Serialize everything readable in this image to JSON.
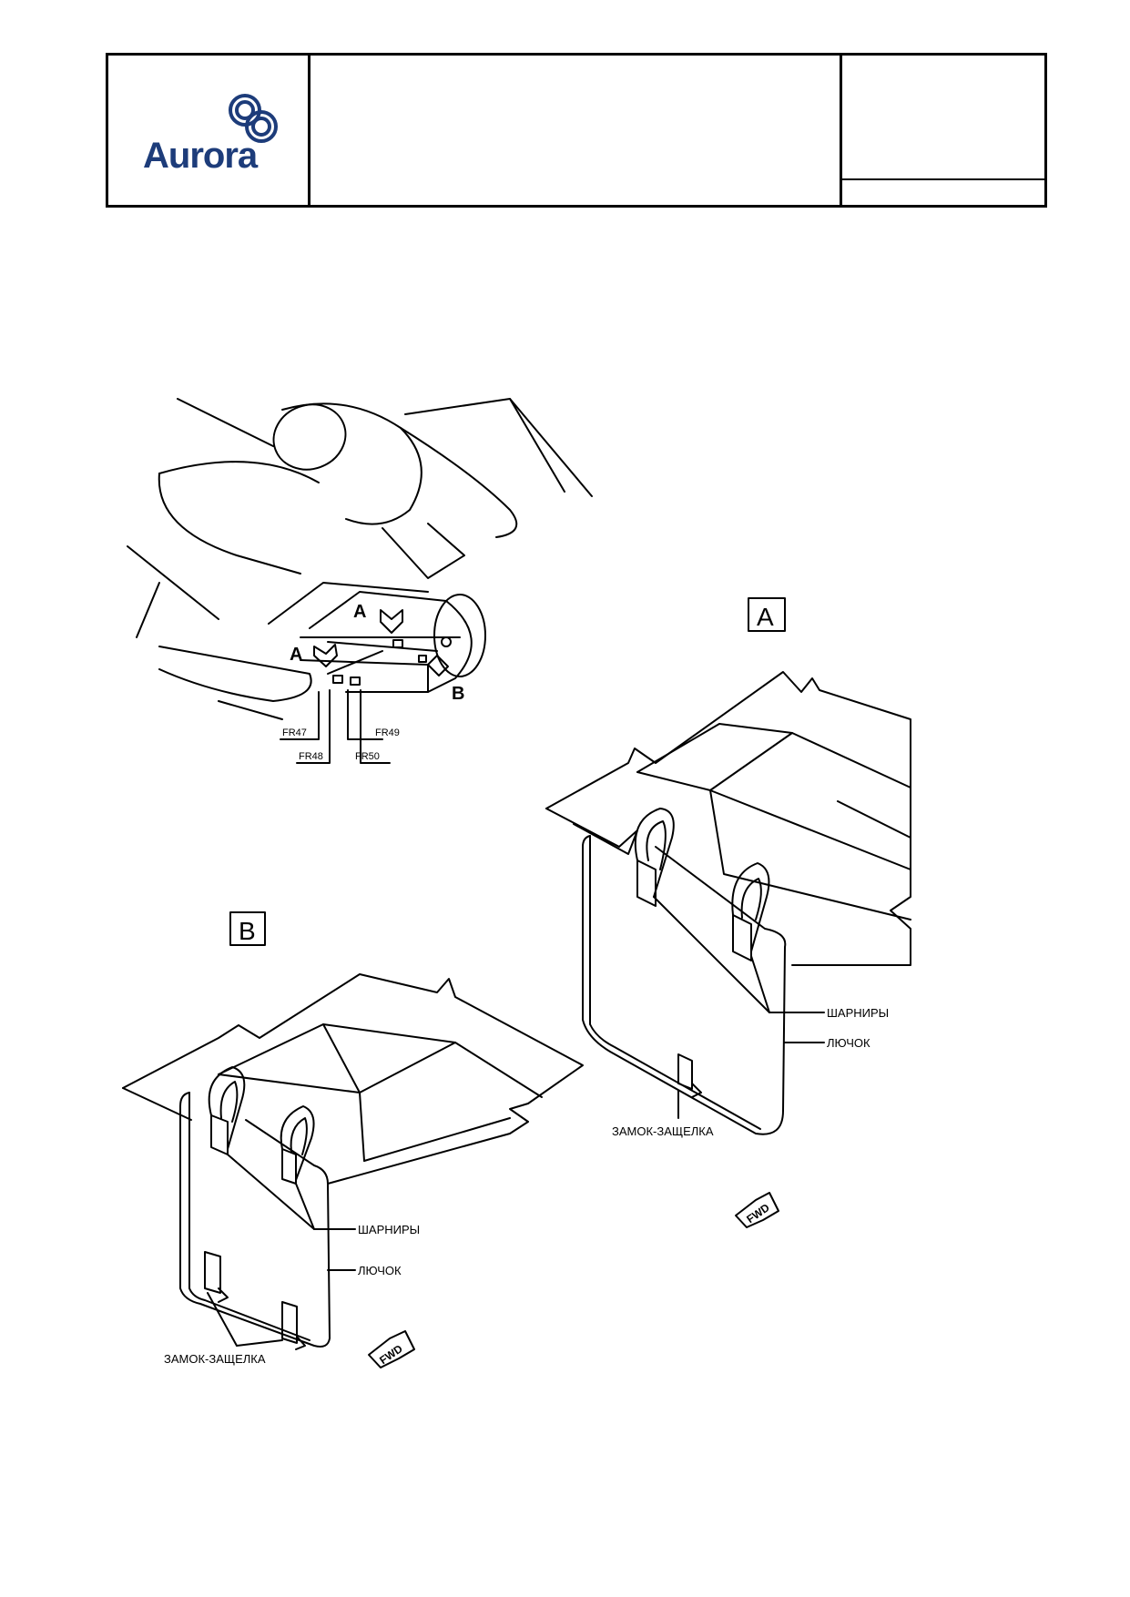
{
  "header": {
    "logo_text": "Aurora",
    "title": "",
    "meta_top": "",
    "meta_bottom": ""
  },
  "overview": {
    "callout_a1": "A",
    "callout_a2": "A",
    "callout_b": "B",
    "frames": [
      "FR47",
      "FR48",
      "FR49",
      "FR50"
    ]
  },
  "detail_a": {
    "box_label": "A",
    "hinges_label": "ШАРНИРЫ",
    "hatch_label": "ЛЮЧОК",
    "latch_label": "ЗАМОК-ЗАЩЕЛКА",
    "fwd_label": "FWD"
  },
  "detail_b": {
    "box_label": "B",
    "hinges_label": "ШАРНИРЫ",
    "hatch_label": "ЛЮЧОК",
    "latch_label": "ЗАМОК-ЗАЩЕЛКА",
    "fwd_label": "FWD"
  },
  "colors": {
    "ink": "#000000",
    "logo_blue": "#1d3c7a"
  }
}
